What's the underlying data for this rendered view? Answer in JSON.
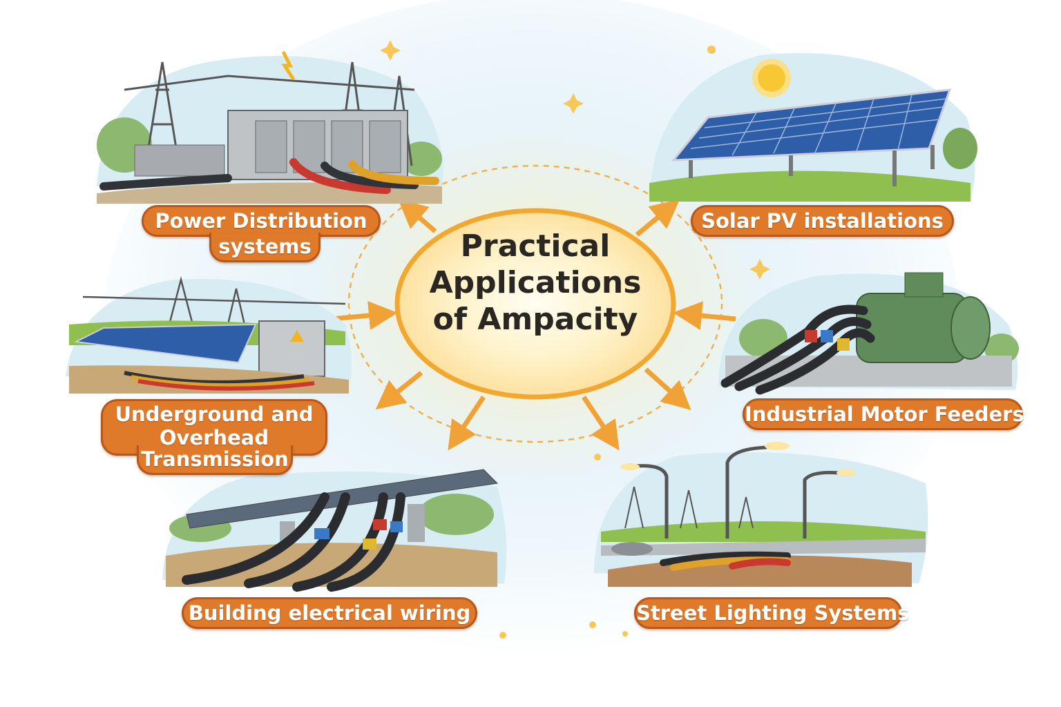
{
  "title": {
    "lines": [
      "Practical",
      "Applications",
      "of Ampacity"
    ]
  },
  "applications": [
    {
      "lines": [
        "Power Distribution",
        "systems"
      ]
    },
    {
      "lines": [
        "Solar PV installations"
      ]
    },
    {
      "lines": [
        "Underground and",
        "Overhead",
        "Transmission"
      ]
    },
    {
      "lines": [
        "Industrial Motor Feeders"
      ]
    },
    {
      "lines": [
        "Building electrical wiring"
      ]
    },
    {
      "lines": [
        "Street Lighting Systems"
      ]
    }
  ],
  "colors": {
    "label_fill": "#e07a2b",
    "label_border": "#b9561a",
    "arrow": "#f0a236",
    "center_glow": "#fde9a8"
  }
}
